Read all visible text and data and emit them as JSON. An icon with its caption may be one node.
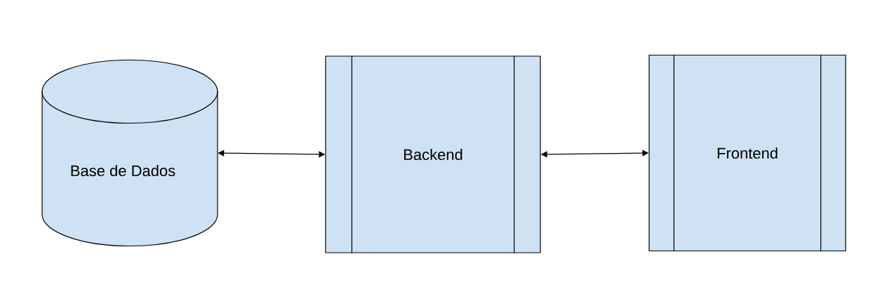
{
  "diagram": {
    "nodes": [
      {
        "text": [
          "Base de Dados"
        ]
      },
      {
        "text": [
          "Backend"
        ]
      },
      {
        "text": [
          "Frontend"
        ]
      }
    ],
    "edges": [
      {
        "from": 0,
        "to": 1,
        "arrow": "both"
      },
      {
        "from": 1,
        "to": 2,
        "arrow": "both"
      }
    ]
  }
}
